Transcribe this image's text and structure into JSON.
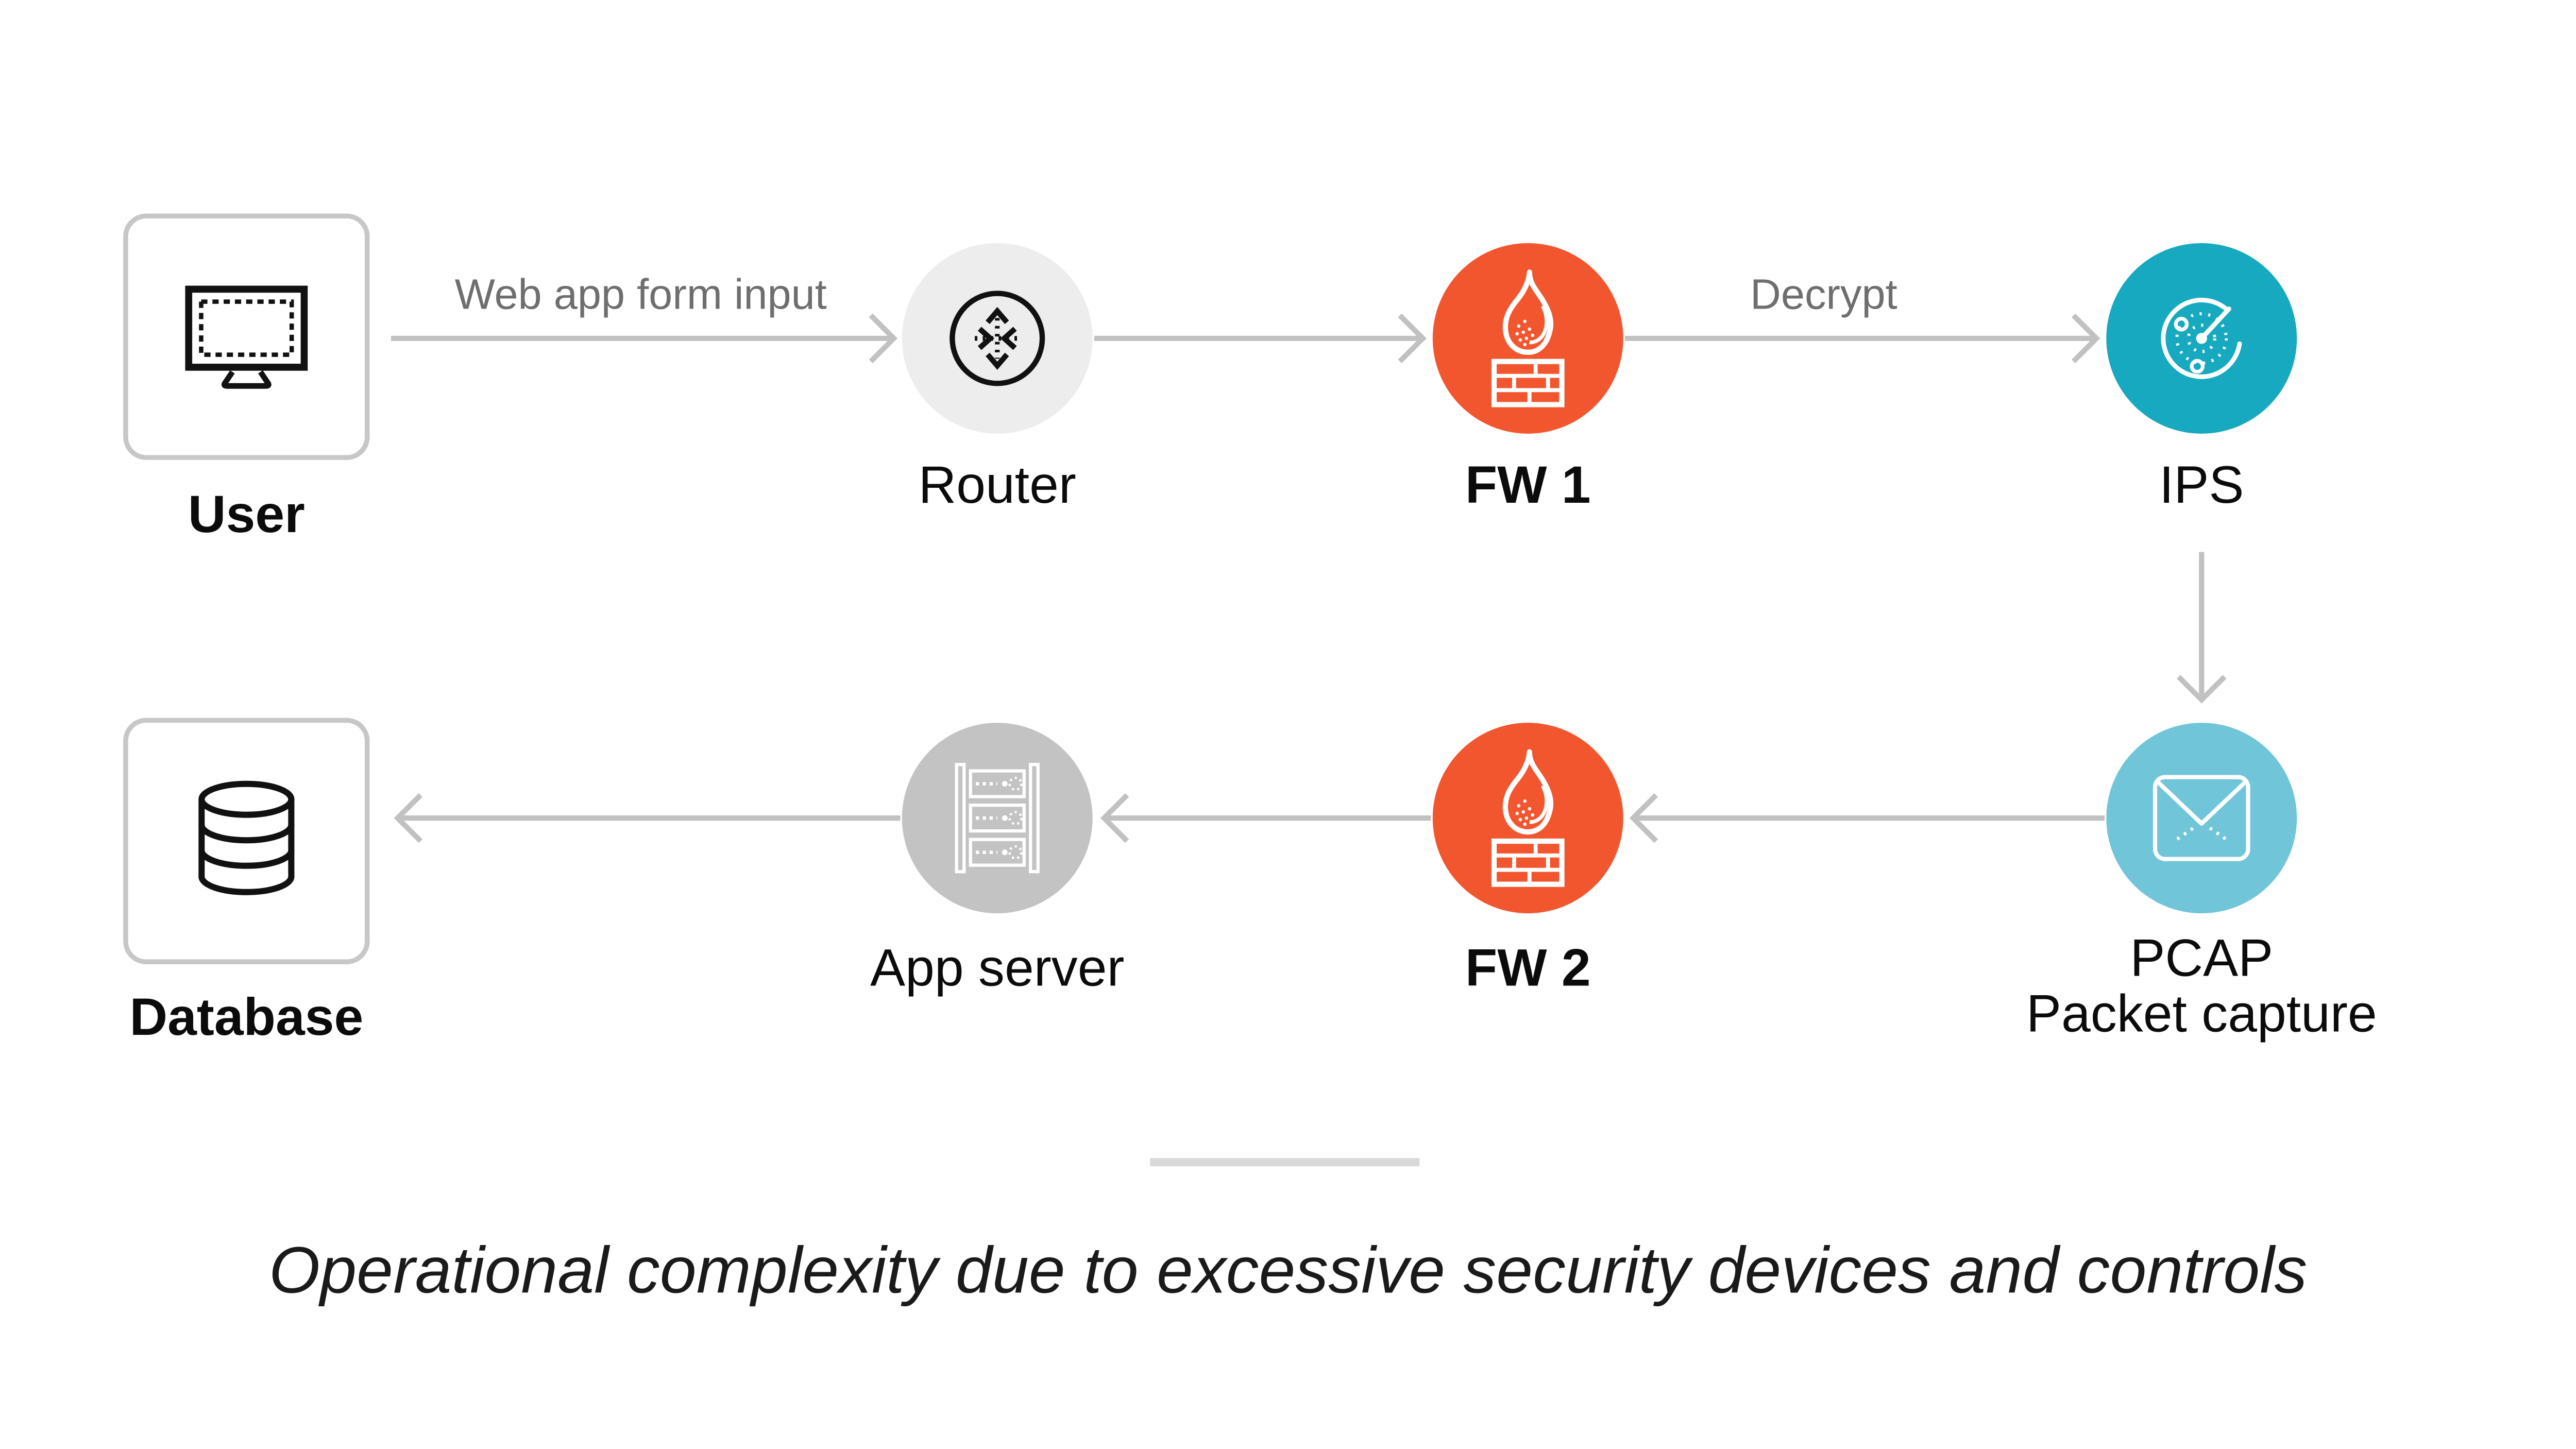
{
  "diagram": {
    "caption": "Operational complexity due to excessive security devices and controls",
    "nodes": {
      "user": {
        "label": "User",
        "icon": "monitor-icon"
      },
      "router": {
        "label": "Router",
        "icon": "router-icon"
      },
      "fw1": {
        "label": "FW 1",
        "icon": "firewall-icon"
      },
      "ips": {
        "label": "IPS",
        "icon": "radar-icon"
      },
      "pcap": {
        "label": "PCAP",
        "sublabel": "Packet capture",
        "icon": "envelope-icon"
      },
      "fw2": {
        "label": "FW 2",
        "icon": "firewall-icon"
      },
      "appserver": {
        "label": "App server",
        "icon": "server-rack-icon"
      },
      "database": {
        "label": "Database",
        "icon": "database-icon"
      }
    },
    "edges": {
      "user_to_router": {
        "label": "Web app form input"
      },
      "fw1_to_ips": {
        "label": "Decrypt"
      }
    },
    "colors": {
      "firewall_orange": "#F2562F",
      "ips_teal": "#17A9BF",
      "pcap_teal": "#70C5D8",
      "router_gray": "#EDEDED",
      "appserver_gray": "#C3C3C3",
      "arrow_gray": "#C1C1C1",
      "edge_label_gray": "#6E6E6E",
      "box_border_gray": "#C7C7C7",
      "divider_gray": "#D9D9D9"
    }
  }
}
